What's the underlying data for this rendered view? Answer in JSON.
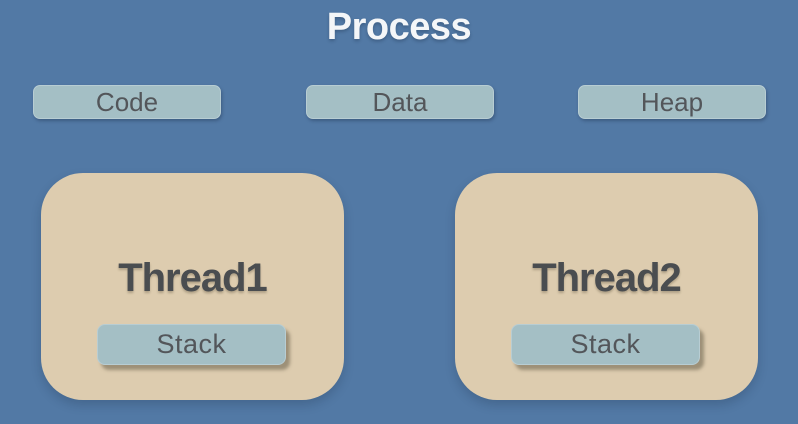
{
  "title": "Process",
  "process": {
    "segments": [
      {
        "label": "Code"
      },
      {
        "label": "Data"
      },
      {
        "label": "Heap"
      }
    ],
    "threads": [
      {
        "name": "Thread1",
        "stack_label": "Stack"
      },
      {
        "name": "Thread2",
        "stack_label": "Stack"
      }
    ]
  },
  "colors": {
    "background": "#5279a5",
    "thread_fill": "#ddccaf",
    "segment_fill": "#a4bfc5",
    "segment_border": "#b8cdd3",
    "title_text": "#f4f6f8",
    "segment_text": "#53565a",
    "thread_text": "#4a4d50"
  }
}
